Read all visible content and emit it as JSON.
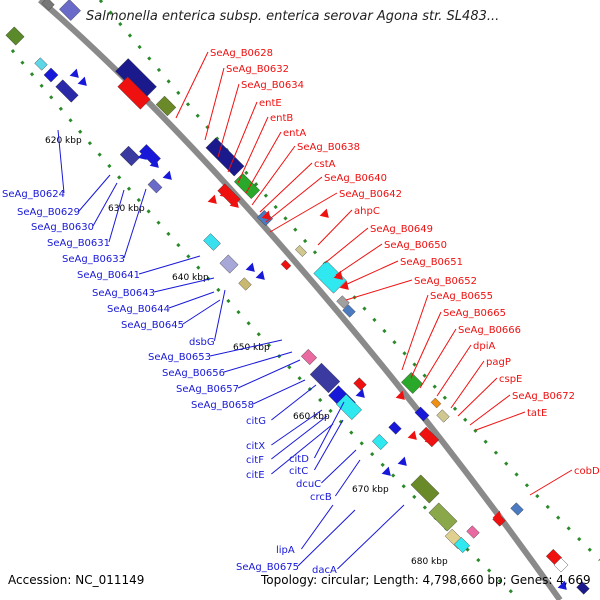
{
  "title": "Salmonella enterica subsp. enterica serovar Agona str. SL483...",
  "accession": "Accession: NC_011149",
  "stats": "Topology: circular; Length: 4,798,660 bp; Genes: 4,669",
  "kbp_ticks": [
    "620 kbp",
    "630 kbp",
    "640 kbp",
    "650 kbp",
    "660 kbp",
    "670 kbp",
    "680 kbp"
  ],
  "red_labels": [
    "SeAg_B0628",
    "SeAg_B0632",
    "SeAg_B0634",
    "entE",
    "entB",
    "entA",
    "SeAg_B0638",
    "cstA",
    "SeAg_B0640",
    "SeAg_B0642",
    "ahpC",
    "SeAg_B0649",
    "SeAg_B0650",
    "SeAg_B0651",
    "SeAg_B0652",
    "SeAg_B0655",
    "SeAg_B0665",
    "SeAg_B0666",
    "dpiA",
    "pagP",
    "cspE",
    "SeAg_B0672",
    "tatE",
    "cobD"
  ],
  "blue_labels": [
    "SeAg_B0624",
    "SeAg_B0629",
    "SeAg_B0630",
    "SeAg_B0631",
    "SeAg_B0633",
    "SeAg_B0641",
    "SeAg_B0643",
    "SeAg_B0644",
    "SeAg_B0645",
    "dsbG",
    "SeAg_B0653",
    "SeAg_B0656",
    "SeAg_B0657",
    "SeAg_B0658",
    "citG",
    "citX",
    "citF",
    "citE",
    "citD",
    "citC",
    "dcuC",
    "crcB",
    "lipA",
    "SeAg_B0675",
    "dacA"
  ],
  "colors": {
    "forward": "#ef1010",
    "reverse": "#1818d8",
    "backbone": "#8a8a8a",
    "gc": "#2a8a2a"
  }
}
